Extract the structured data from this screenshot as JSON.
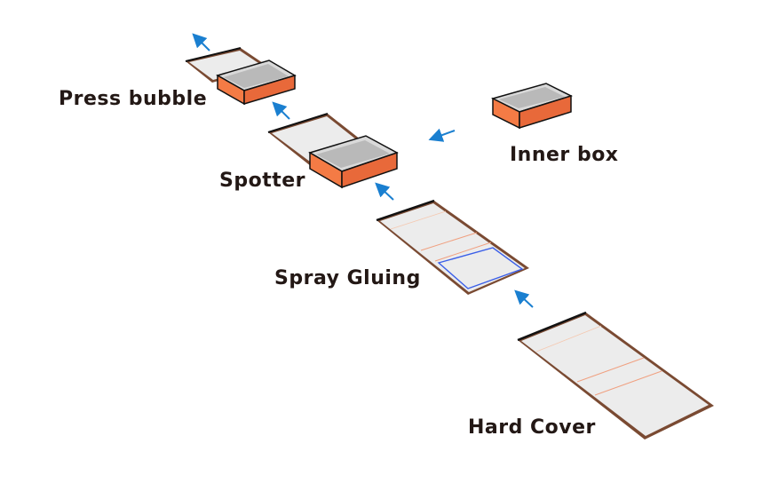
{
  "diagram": {
    "title": "",
    "stages": [
      {
        "id": "hard-cover",
        "label": "Hard Cover"
      },
      {
        "id": "spray-gluing",
        "label": "Spray Gluing"
      },
      {
        "id": "spotter",
        "label": "Spotter"
      },
      {
        "id": "press-bubble",
        "label": "Press bubble"
      },
      {
        "id": "inner-box",
        "label": "Inner box"
      }
    ],
    "flow": [
      "Hard Cover",
      "Spray Gluing",
      "Spotter",
      "Press bubble"
    ],
    "feeds": [
      {
        "from": "Inner box",
        "to": "Spotter"
      }
    ],
    "colors": {
      "arrow": "#1a7fd0",
      "box_orange": "#f47b45",
      "box_orange_dark": "#e8693a",
      "board_fill": "#ececec",
      "board_edge": "#7a4a32",
      "glue_area": "#3a5ee8",
      "score_line": "#f0a080",
      "label_text": "#231815"
    }
  }
}
